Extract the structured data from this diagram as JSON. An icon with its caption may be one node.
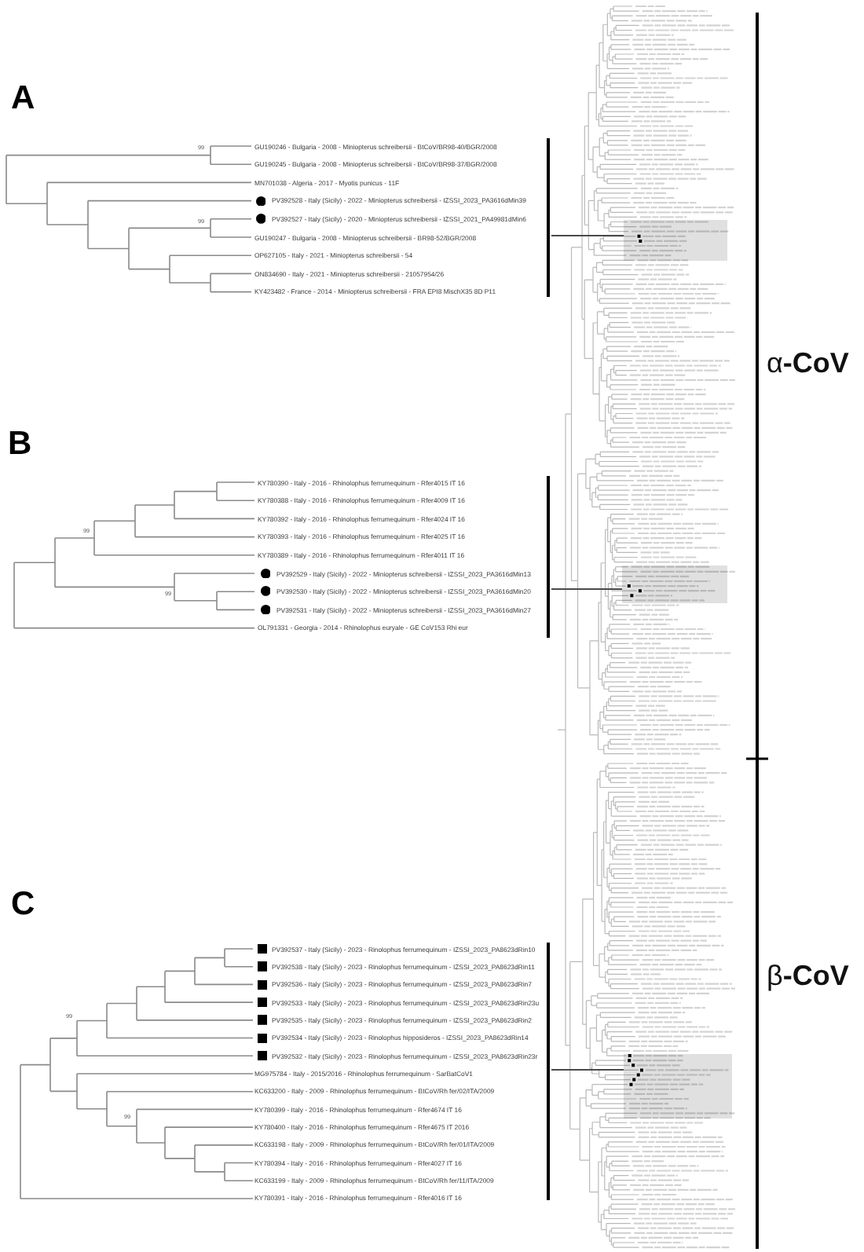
{
  "diagram": {
    "nodes": [
      {
        "text": [
          "A",
          "GU190246 - Bulgaria - 2008 - Miniopterus schreibersii - BtCoV/BR98-40/BGR/2008",
          "GU190245 - Bulgaria - 2008 - Miniopterus schreibersii - BtCoV/BR98-37/BGR/2008",
          "MN701038 - Algeria - 2017 - Myotis punicus - 11F",
          "PV392528 - Italy (Sicily) - 2022 - Miniopterus schreibersii - IZSSI_2023_PA3616dMin39",
          "PV392527 - Italy (Sicily) - 2020 - Miniopterus schreibersii - IZSSI_2021_PA49981dMin6",
          "GU190247 - Bulgaria - 2008 - Miniopterus schreibersii - BR98-52/BGR/2008",
          "OP627105 - Italy - 2021 - Miniopterus schreibersii - 54",
          "ON834690 - Italy - 2021 - Miniopterus schreibersii - 21057954/26",
          "KY423482 - France - 2014 - Miniopterus schreibersii - FRA EPI8 MischX35 8D P11"
        ]
      },
      {
        "text": [],
        "shape": "box"
      },
      {
        "text": [
          "B",
          "KY780390 - Italy - 2016 - Rhinolophus ferrumequinum - Rfer4015 IT 16",
          "KY780388 - Italy - 2016 - Rhinolophus ferrumequinum - Rfer4009 IT 16",
          "KY780392 - Italy - 2016 - Rhinolophus ferrumequinum - Rfer4024 IT 16",
          "KY780393 - Italy - 2016 - Rhinolophus ferrumequinum - Rfer4025 IT 16",
          "KY780389 - Italy - 2016 - Rhinolophus ferrumequinum - Rfer4011 IT 16",
          "PV392529 - Italy (Sicily) - 2022 - Miniopterus schreibersii - IZSSI_2023_PA3616dMin13",
          "PV392530 - Italy (Sicily) - 2022 - Miniopterus schreibersii - IZSSI_2023_PA3616dMin20",
          "PV392531 - Italy (Sicily) - 2022 - Miniopterus schreibersii - IZSSI_2023_PA3616dMin27",
          "OL791331 - Georgia - 2014 - Rhinolophus euryale - GE CoV153 Rhi eur"
        ]
      },
      {
        "text": [],
        "shape": "box"
      },
      {
        "text": [
          "C",
          "PV392537 - Italy (Sicily) - 2023 - Rinolophus ferrumequinum - IZSSI_2023_PA8623dRin10",
          "PV392538 - Italy (Sicily) - 2023 - Rinolophus ferrumequinum - IZSSI_2023_PA8623dRin11",
          "PV392536 - Italy (Sicily) - 2023 - Rinolophus ferrumequinum - IZSSI_2023_PA8623dRin7",
          "PV392533 - Italy (Sicily) - 2023 - Rinolophus ferrumequinum - IZSSI_2023_PA8623dRin23u",
          "PV392535 - Italy (Sicily) - 2023 - Rinolophus ferrumequinum - IZSSI_2023_PA8623dRin2",
          "PV392534 - Italy (Sicily) - 2023 - Rinolophus hipposideros - IZSSI_2023_PA8623dRin14",
          "PV392532 - Italy (Sicily) - 2023 - Rinolophus ferrumequinum - IZSSI_2023_PA8623dRin23r",
          "MG975784 - Italy - 2015/2016 - Rhinolophus ferrumequinum - SarBatCoV1",
          "KC633200 - Italy - 2009 - Rhinolophus ferrumequinum - BtCoV/Rh fer/02/ITA/2009",
          "KY780399 - Italy - 2016 - Rhinolophus ferrumequinum - Rfer4674 IT 16",
          "KY780400 - Italy - 2016 - Rhinolophus ferrumequinum - Rfer4675 IT 2016",
          "KC633198 - Italy - 2009 - Rhinolophus ferrumequinum - BtCoV/Rh fer/01/ITA/2009",
          "KY780394 - Italy - 2016 - Rhinolophus ferrumequinum - Rfer4027 IT 16",
          "KC633199 - Italy - 2009 - Rhinolophus ferrumequinum - BtCoV/Rh fer/11/ITA/2009",
          "KY780391 - Italy - 2016 - Rhinolophus ferrumequinum - Rfer4016 IT 16"
        ]
      },
      {
        "text": [],
        "shape": "box"
      }
    ],
    "edges": [
      {
        "from": 0,
        "to": 1,
        "arrow": "none"
      },
      {
        "from": 2,
        "to": 3,
        "arrow": "none"
      },
      {
        "from": 4,
        "to": 5,
        "arrow": "none"
      }
    ],
    "labels": [
      "99",
      "99",
      "α**-CoV**",
      "99",
      "99",
      "β**-CoV**",
      "99",
      "99"
    ]
  }
}
